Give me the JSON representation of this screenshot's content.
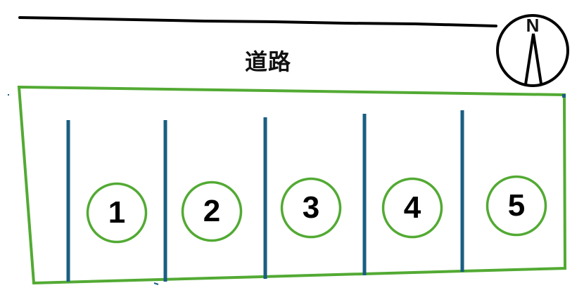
{
  "road": {
    "label": "道路"
  },
  "compass": {
    "label": "N"
  },
  "colors": {
    "lot_outline": "#52AA33",
    "divider": "#1A5E82",
    "lot_circle": "#52AA33",
    "road_line": "#000000",
    "text": "#000000"
  },
  "lots": [
    {
      "number": "1"
    },
    {
      "number": "2"
    },
    {
      "number": "3"
    },
    {
      "number": "4"
    },
    {
      "number": "5"
    }
  ]
}
